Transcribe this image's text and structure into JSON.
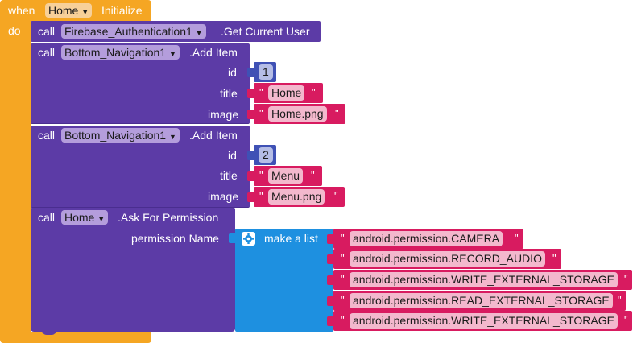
{
  "event": {
    "when_label": "when",
    "component": "Home",
    "event_name": "Initialize",
    "do_label": "do"
  },
  "call_label": "call",
  "blocks": [
    {
      "component": "Firebase_Authentication1",
      "method": ".Get Current User"
    },
    {
      "component": "Bottom_Navigation1",
      "method": ".Add Item",
      "params": {
        "id_label": "id",
        "title_label": "title",
        "image_label": "image"
      },
      "id_value": "1",
      "title_value": "Home",
      "image_value": "Home.png"
    },
    {
      "component": "Bottom_Navigation1",
      "method": ".Add Item",
      "params": {
        "id_label": "id",
        "title_label": "title",
        "image_label": "image"
      },
      "id_value": "2",
      "title_value": "Menu",
      "image_value": "Menu.png"
    },
    {
      "component": "Home",
      "method": ".Ask For Permission",
      "param_label": "permission Name"
    }
  ],
  "make_list": {
    "label": "make a list",
    "items": [
      "android.permission.CAMERA",
      "android.permission.RECORD_AUDIO",
      "android.permission.WRITE_EXTERNAL_STORAGE",
      "android.permission.READ_EXTERNAL_STORAGE",
      "android.permission.WRITE_EXTERNAL_STORAGE"
    ]
  },
  "quote_char": "\"",
  "icons": {
    "dropdown": "chevron-down-icon",
    "mutator": "gear-icon"
  },
  "colors": {
    "event": "#f5a623",
    "component_method": "#5c3ba6",
    "text_block": "#d81b60",
    "number_block": "#3f51b5",
    "list_block": "#1e90e0"
  }
}
